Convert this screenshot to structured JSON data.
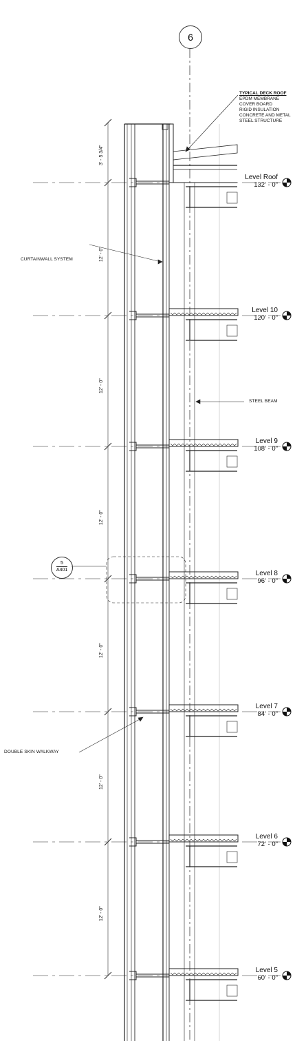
{
  "grid": {
    "label": "6"
  },
  "roof_note": {
    "heading": "TYPICAL DECK ROOF",
    "lines": [
      "EPDM MEMBRANE",
      "COVER BOARD",
      "RIGID INSULATION",
      "CONCRETE AND METAL",
      "STEEL STRUCTURE"
    ]
  },
  "levels": [
    {
      "name": "Level Roof",
      "elev": "132' - 0\""
    },
    {
      "name": "Level 10",
      "elev": "120' - 0\""
    },
    {
      "name": "Level 9",
      "elev": "108' - 0\""
    },
    {
      "name": "Level 8",
      "elev": "96' - 0\""
    },
    {
      "name": "Level 7",
      "elev": "84' - 0\""
    },
    {
      "name": "Level 6",
      "elev": "72' - 0\""
    },
    {
      "name": "Level 5",
      "elev": "60' - 0\""
    }
  ],
  "dimensions": [
    "3' - 5 3/4\"",
    "12' - 0\"",
    "12' - 0\"",
    "12' - 0\"",
    "12' - 0\"",
    "12' - 0\"",
    "12' - 0\""
  ],
  "annotations": {
    "curtainwall": "CURTAINWALL SYSTEM",
    "steel_beam": "STEEL BEAM",
    "double_skin": "DOUBLE SKIN WALKWAY"
  },
  "section_ref": {
    "number": "5",
    "sheet": "A401"
  }
}
